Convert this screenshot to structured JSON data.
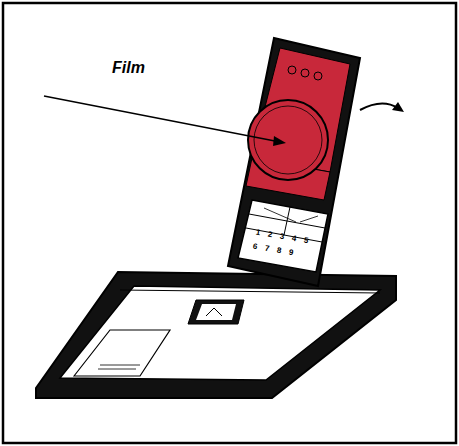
{
  "diagram": {
    "labels": [
      "Film",
      "1",
      "2",
      "3",
      "4",
      "5",
      "6",
      "7",
      "8",
      "9"
    ]
  }
}
